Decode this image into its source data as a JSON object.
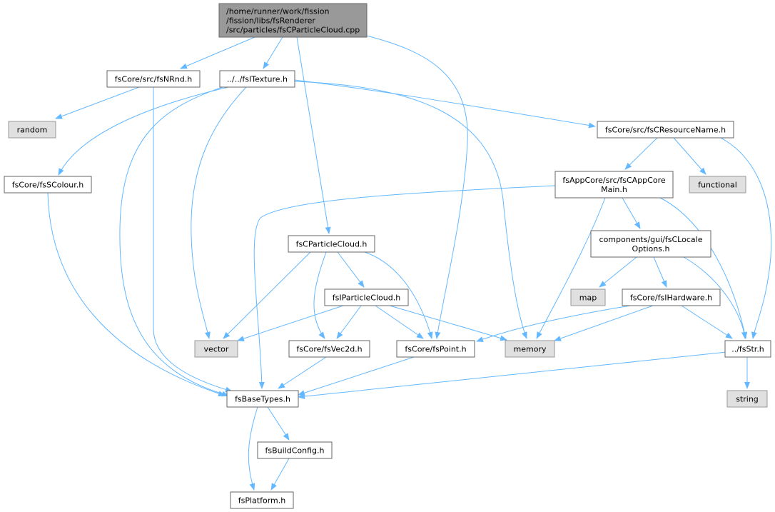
{
  "diagram": {
    "nodes": [
      {
        "id": "root",
        "lines": [
          "/home/runner/work/fission",
          "/fission/libs/fsRenderer",
          "/src/particles/fsCParticleCloud.cpp"
        ],
        "kind": "root"
      },
      {
        "id": "nrnd",
        "lines": [
          "fsCore/src/fsNRnd.h"
        ],
        "kind": "file"
      },
      {
        "id": "itexture",
        "lines": [
          "../../fsITexture.h"
        ],
        "kind": "file"
      },
      {
        "id": "random",
        "lines": [
          "random"
        ],
        "kind": "system"
      },
      {
        "id": "resname",
        "lines": [
          "fsCore/src/fsCResourceName.h"
        ],
        "kind": "file"
      },
      {
        "id": "scolour",
        "lines": [
          "fsCore/fsSColour.h"
        ],
        "kind": "file"
      },
      {
        "id": "appcore",
        "lines": [
          "fsAppCore/src/fsCAppCore",
          "Main.h"
        ],
        "kind": "file"
      },
      {
        "id": "functional",
        "lines": [
          "functional"
        ],
        "kind": "system"
      },
      {
        "id": "pcloudh",
        "lines": [
          "fsCParticleCloud.h"
        ],
        "kind": "file"
      },
      {
        "id": "locale",
        "lines": [
          "components/gui/fsCLocale",
          "Options.h"
        ],
        "kind": "file"
      },
      {
        "id": "ipcloud",
        "lines": [
          "fsIParticleCloud.h"
        ],
        "kind": "file"
      },
      {
        "id": "map",
        "lines": [
          "map"
        ],
        "kind": "system"
      },
      {
        "id": "ihardware",
        "lines": [
          "fsCore/fsIHardware.h"
        ],
        "kind": "file"
      },
      {
        "id": "vector",
        "lines": [
          "vector"
        ],
        "kind": "system"
      },
      {
        "id": "vec2d",
        "lines": [
          "fsCore/fsVec2d.h"
        ],
        "kind": "file"
      },
      {
        "id": "point",
        "lines": [
          "fsCore/fsPoint.h"
        ],
        "kind": "file"
      },
      {
        "id": "memory",
        "lines": [
          "memory"
        ],
        "kind": "system"
      },
      {
        "id": "str",
        "lines": [
          "../fsStr.h"
        ],
        "kind": "file"
      },
      {
        "id": "basetypes",
        "lines": [
          "fsBaseTypes.h"
        ],
        "kind": "file"
      },
      {
        "id": "string",
        "lines": [
          "string"
        ],
        "kind": "system"
      },
      {
        "id": "buildconfig",
        "lines": [
          "fsBuildConfig.h"
        ],
        "kind": "file"
      },
      {
        "id": "platform",
        "lines": [
          "fsPlatform.h"
        ],
        "kind": "file"
      }
    ],
    "edges": [
      [
        "root",
        "nrnd"
      ],
      [
        "root",
        "itexture"
      ],
      [
        "root",
        "pcloudh"
      ],
      [
        "root",
        "point"
      ],
      [
        "nrnd",
        "random"
      ],
      [
        "nrnd",
        "basetypes"
      ],
      [
        "itexture",
        "resname"
      ],
      [
        "itexture",
        "scolour"
      ],
      [
        "itexture",
        "vector"
      ],
      [
        "itexture",
        "memory"
      ],
      [
        "itexture",
        "basetypes"
      ],
      [
        "resname",
        "appcore"
      ],
      [
        "resname",
        "functional"
      ],
      [
        "resname",
        "str"
      ],
      [
        "appcore",
        "locale"
      ],
      [
        "appcore",
        "memory"
      ],
      [
        "appcore",
        "str"
      ],
      [
        "appcore",
        "basetypes"
      ],
      [
        "scolour",
        "basetypes"
      ],
      [
        "pcloudh",
        "ipcloud"
      ],
      [
        "pcloudh",
        "vector"
      ],
      [
        "pcloudh",
        "vec2d"
      ],
      [
        "pcloudh",
        "point"
      ],
      [
        "locale",
        "map"
      ],
      [
        "locale",
        "ihardware"
      ],
      [
        "locale",
        "str"
      ],
      [
        "ipcloud",
        "vector"
      ],
      [
        "ipcloud",
        "vec2d"
      ],
      [
        "ipcloud",
        "point"
      ],
      [
        "ipcloud",
        "memory"
      ],
      [
        "ihardware",
        "point"
      ],
      [
        "ihardware",
        "memory"
      ],
      [
        "ihardware",
        "str"
      ],
      [
        "vec2d",
        "basetypes"
      ],
      [
        "point",
        "basetypes"
      ],
      [
        "str",
        "string"
      ],
      [
        "str",
        "basetypes"
      ],
      [
        "basetypes",
        "buildconfig"
      ],
      [
        "basetypes",
        "platform"
      ],
      [
        "buildconfig",
        "platform"
      ]
    ],
    "colors": {
      "edge": "#63b8ff",
      "root_fill": "#999999",
      "root_border": "#666666",
      "file_fill": "#ffffff",
      "file_border": "#666666",
      "system_fill": "#e0e0e0",
      "system_border": "#999999"
    }
  }
}
